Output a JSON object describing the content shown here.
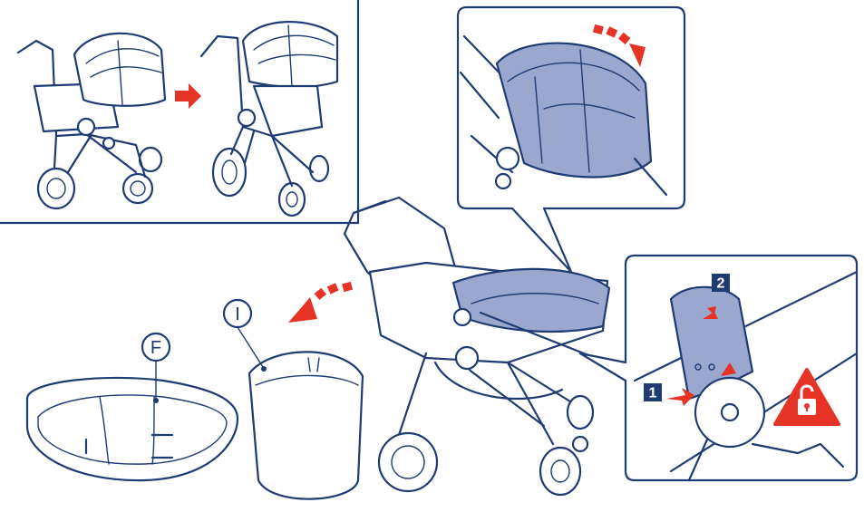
{
  "colors": {
    "line": "#1f3b73",
    "fabric": "#9aa8d0",
    "arrow": "#e53325",
    "step_box": "#1f3b73",
    "warning": "#e53325"
  },
  "labels": {
    "label_f": "F",
    "label_i": "I"
  },
  "steps": {
    "step_1": "1",
    "step_2": "2"
  },
  "icons": [
    "red-arrow-right-icon",
    "red-curved-arrow-icon",
    "padlock-warning-icon"
  ]
}
